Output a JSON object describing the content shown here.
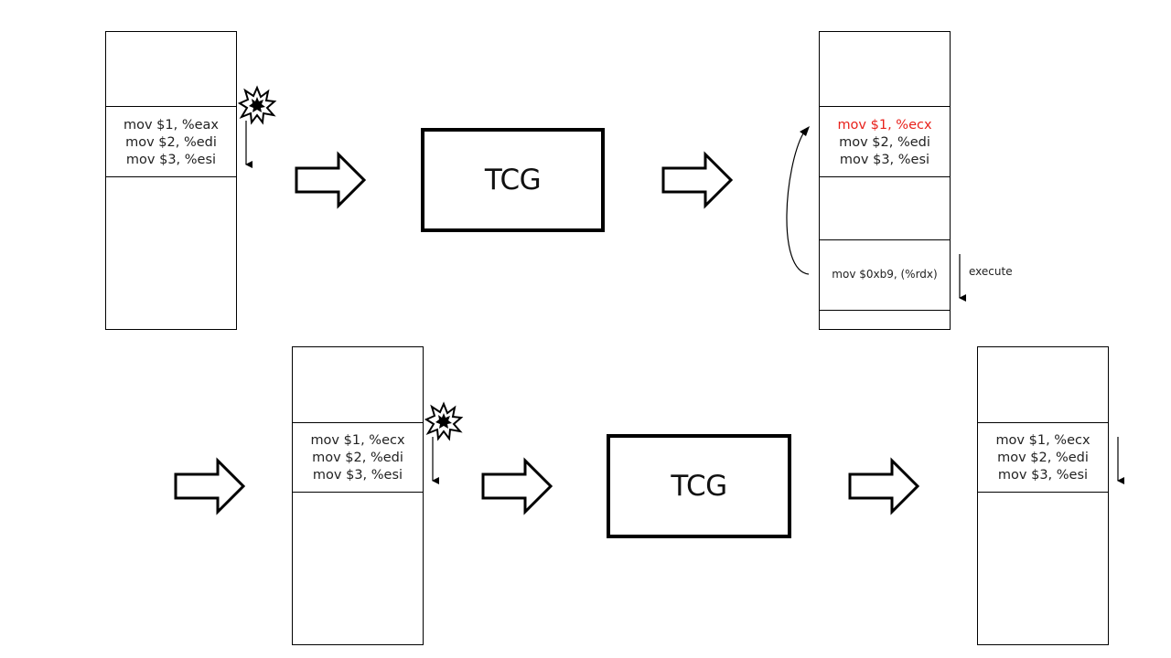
{
  "panels": {
    "p1": {
      "lines": [
        "mov $1, %eax",
        "mov $2, %edi",
        "mov $3, %esi"
      ]
    },
    "p2": {
      "lines": [
        "mov $1, %ecx",
        "mov $2, %edi",
        "mov $3, %esi"
      ],
      "highlighted_line": 0,
      "lower_instruction": "mov $0xb9, (%rdx)",
      "execute_label": "execute"
    },
    "p3": {
      "lines": [
        "mov $1, %ecx",
        "mov $2, %edi",
        "mov $3, %esi"
      ]
    },
    "p4": {
      "lines": [
        "mov $1, %ecx",
        "mov $2, %edi",
        "mov $3, %esi"
      ]
    }
  },
  "tcg_label": "TCG",
  "colors": {
    "highlight": "#e8211b",
    "stroke": "#000000",
    "text": "#222222"
  },
  "icons": [
    "explosion-icon",
    "block-arrow-right-icon",
    "down-arrow-icon",
    "curved-arrow-icon"
  ]
}
